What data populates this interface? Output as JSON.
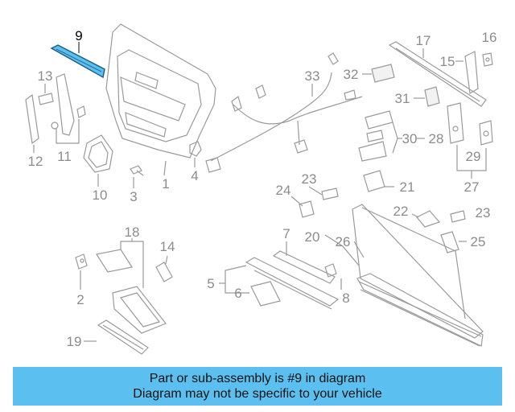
{
  "callouts": {
    "c1": "1",
    "c2a": "2",
    "c3": "3",
    "c4": "4",
    "c5": "5",
    "c6": "6",
    "c7": "7",
    "c8": "8",
    "c9": "9",
    "c10": "10",
    "c11": "11",
    "c12": "12",
    "c13": "13",
    "c14": "14",
    "c15": "15",
    "c16": "16",
    "c17": "17",
    "c18": "18",
    "c19": "19",
    "c20": "20",
    "c21": "21",
    "c22": "22",
    "c23a": "23",
    "c23b": "23",
    "c24": "24",
    "c25": "25",
    "c26": "26",
    "c27": "27",
    "c28": "28",
    "c29": "29",
    "c30": "30",
    "c31": "31",
    "c32": "32",
    "c33": "33"
  },
  "highlight": {
    "part_number": "9",
    "color": "#5bc0f0"
  },
  "banner": {
    "line1": "Part or sub-assembly is #9 in diagram",
    "line2": "Diagram may not be specific to your vehicle",
    "background": "#5bc0f0"
  }
}
